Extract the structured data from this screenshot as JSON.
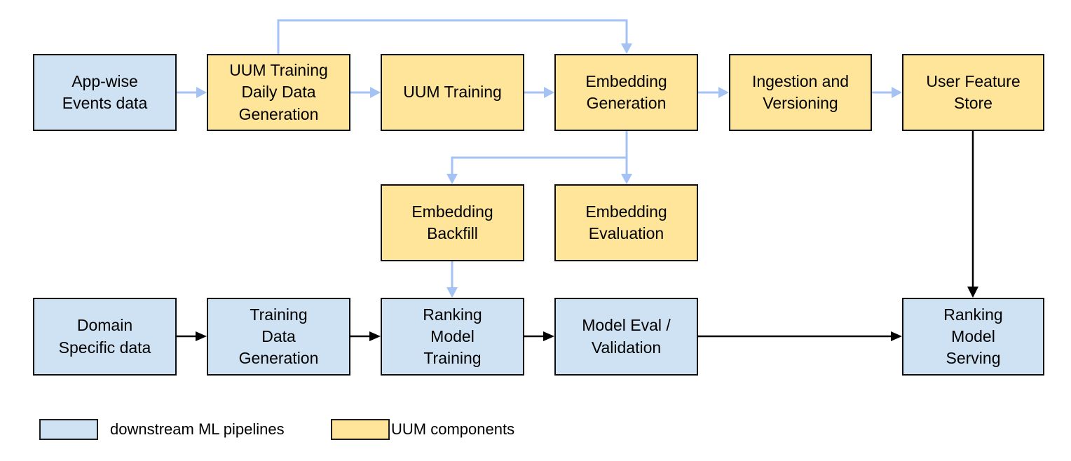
{
  "diagram": {
    "nodes": [
      {
        "id": "app-wise-events-data",
        "label": "App-wise\nEvents data",
        "type": "downstream"
      },
      {
        "id": "uum-training-daily-data-generation",
        "label": "UUM Training\nDaily Data\nGeneration",
        "type": "uum"
      },
      {
        "id": "uum-training",
        "label": "UUM Training",
        "type": "uum"
      },
      {
        "id": "embedding-generation",
        "label": "Embedding\nGeneration",
        "type": "uum"
      },
      {
        "id": "ingestion-and-versioning",
        "label": "Ingestion and\nVersioning",
        "type": "uum"
      },
      {
        "id": "user-feature-store",
        "label": "User Feature\nStore",
        "type": "uum"
      },
      {
        "id": "embedding-backfill",
        "label": "Embedding\nBackfill",
        "type": "uum"
      },
      {
        "id": "embedding-evaluation",
        "label": "Embedding\nEvaluation",
        "type": "uum"
      },
      {
        "id": "domain-specific-data",
        "label": "Domain\nSpecific data",
        "type": "downstream"
      },
      {
        "id": "training-data-generation",
        "label": "Training\nData\nGeneration",
        "type": "downstream"
      },
      {
        "id": "ranking-model-training",
        "label": "Ranking\nModel\nTraining",
        "type": "downstream"
      },
      {
        "id": "model-eval-validation",
        "label": "Model Eval /\nValidation",
        "type": "downstream"
      },
      {
        "id": "ranking-model-serving",
        "label": "Ranking\nModel\nServing",
        "type": "downstream"
      }
    ],
    "edges": [
      {
        "from": "app-wise-events-data",
        "to": "uum-training-daily-data-generation",
        "style": "blue"
      },
      {
        "from": "uum-training-daily-data-generation",
        "to": "uum-training",
        "style": "blue"
      },
      {
        "from": "uum-training-daily-data-generation",
        "to": "embedding-generation",
        "style": "blue"
      },
      {
        "from": "uum-training",
        "to": "embedding-generation",
        "style": "blue"
      },
      {
        "from": "embedding-generation",
        "to": "ingestion-and-versioning",
        "style": "blue"
      },
      {
        "from": "ingestion-and-versioning",
        "to": "user-feature-store",
        "style": "blue"
      },
      {
        "from": "embedding-generation",
        "to": "embedding-backfill",
        "style": "blue"
      },
      {
        "from": "embedding-generation",
        "to": "embedding-evaluation",
        "style": "blue"
      },
      {
        "from": "embedding-backfill",
        "to": "ranking-model-training",
        "style": "blue"
      },
      {
        "from": "domain-specific-data",
        "to": "training-data-generation",
        "style": "black"
      },
      {
        "from": "training-data-generation",
        "to": "ranking-model-training",
        "style": "black"
      },
      {
        "from": "ranking-model-training",
        "to": "model-eval-validation",
        "style": "black"
      },
      {
        "from": "model-eval-validation",
        "to": "ranking-model-serving",
        "style": "black"
      },
      {
        "from": "user-feature-store",
        "to": "ranking-model-serving",
        "style": "black"
      }
    ]
  },
  "legend": {
    "items": [
      {
        "label": "downstream ML pipelines",
        "type": "downstream"
      },
      {
        "label": "UUM components",
        "type": "uum"
      }
    ]
  },
  "colors": {
    "downstream_fill": "#cfe2f3",
    "uum_fill": "#ffe599",
    "box_border": "#0d0d0d",
    "blue_arrow": "#a4c2f4",
    "black_arrow": "#000000",
    "background": "#ffffff"
  }
}
